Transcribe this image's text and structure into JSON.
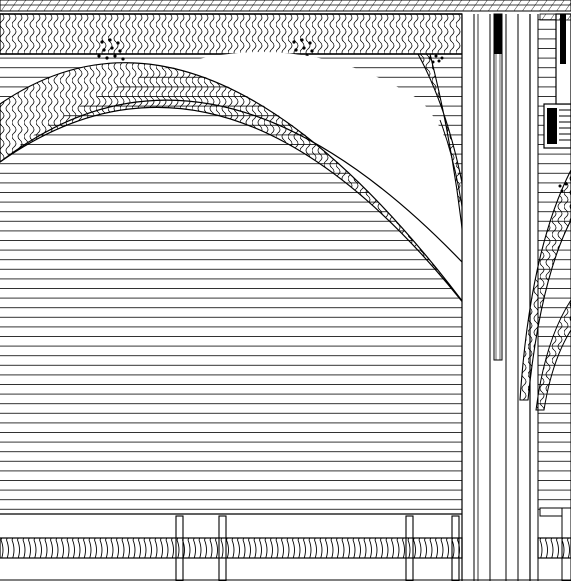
{
  "drawing": {
    "kind": "architectural-elevation",
    "colors": {
      "background": "#ffffff",
      "line": "#000000",
      "hatch": "#000000"
    },
    "components": [
      "top-beam",
      "arch-left",
      "arch-right",
      "siding-panel",
      "post-group",
      "rope-rail",
      "equipment-box"
    ]
  }
}
